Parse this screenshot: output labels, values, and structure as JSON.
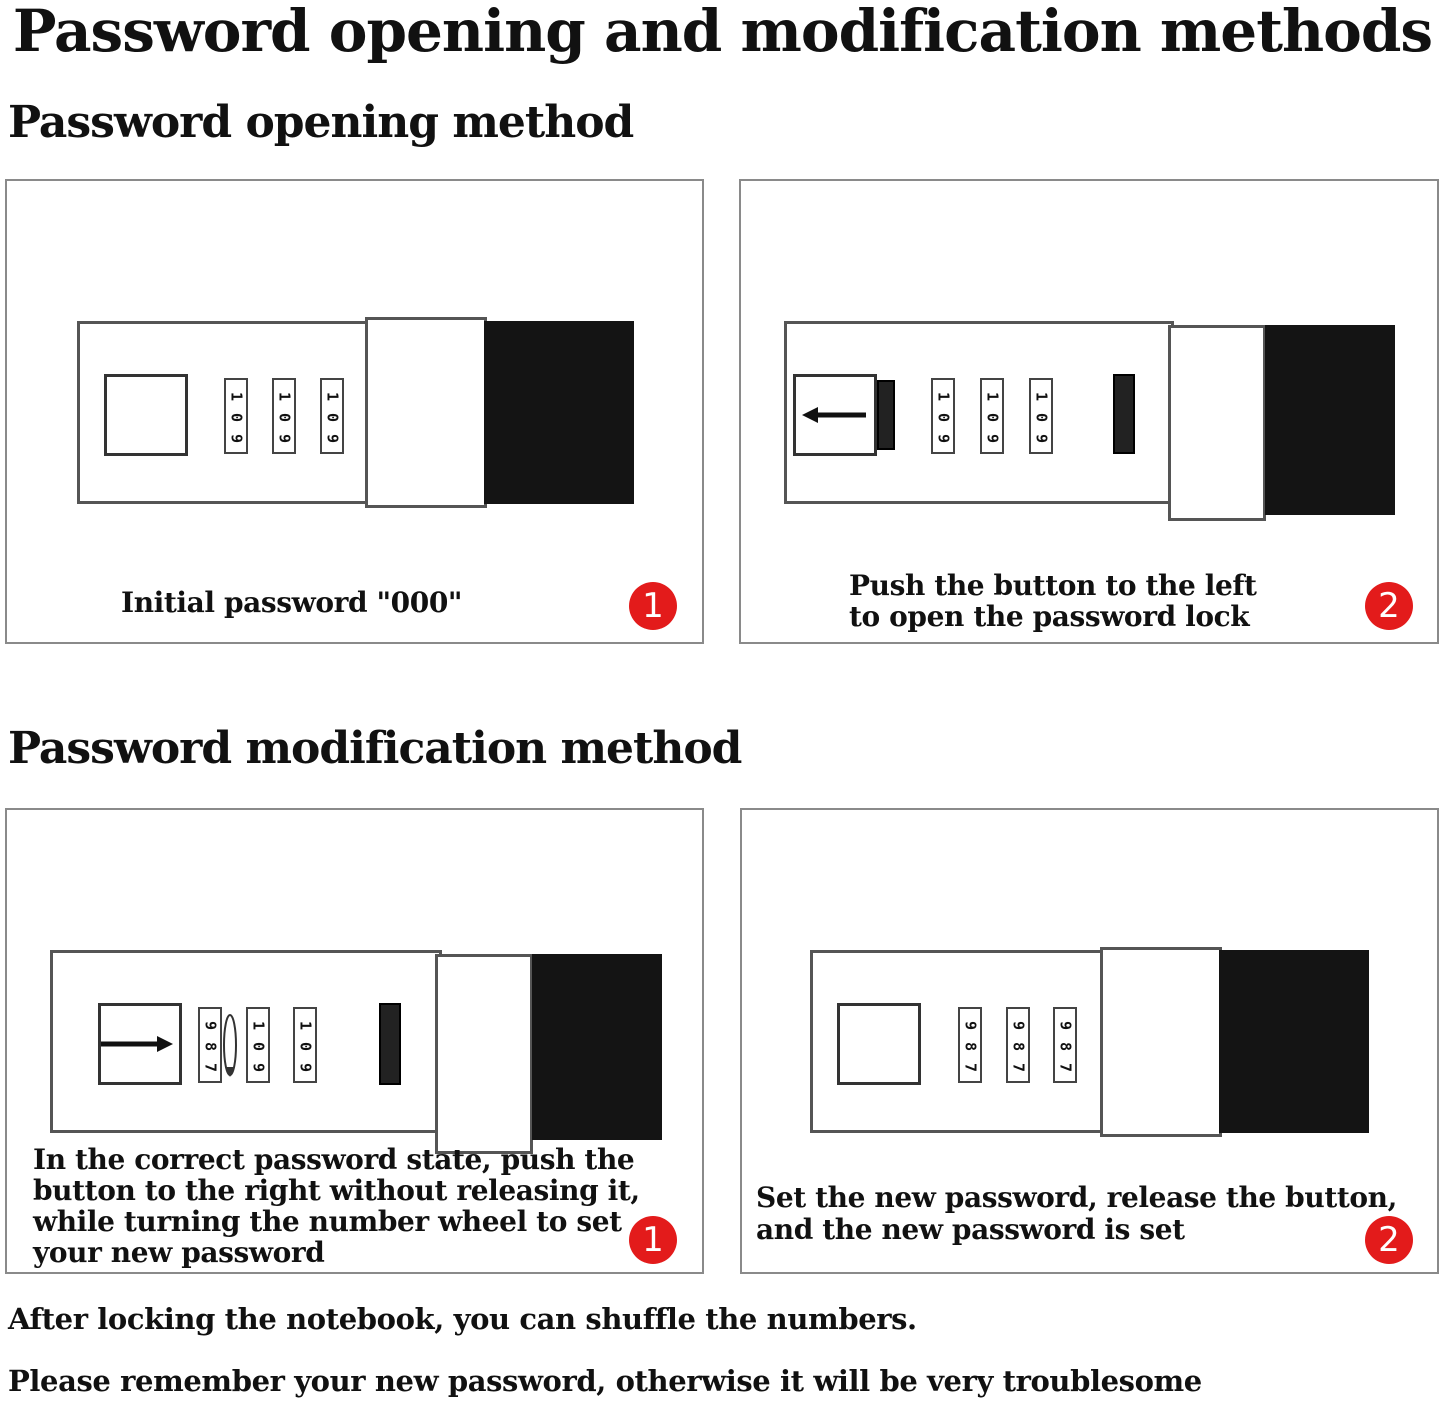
{
  "title": "Password opening and modification methods",
  "sections": {
    "opening": {
      "heading": "Password opening method",
      "step1": {
        "caption": "Initial password \"000\"",
        "badge": "1"
      },
      "step2": {
        "caption_line1": "Push the button to the left",
        "caption_line2": "to  open the password lock",
        "badge": "2"
      }
    },
    "modification": {
      "heading": "Password modification method",
      "step1": {
        "caption_line1": "In the correct password state, push the",
        "caption_line2": "button to the right without releasing it,",
        "caption_line3": "while turning the number wheel to set",
        "caption_line4": "your new password",
        "badge": "1"
      },
      "step2": {
        "caption_line1": "Set the new password, release the button,",
        "caption_line2": "and the new password is set",
        "badge": "2"
      }
    }
  },
  "notes": {
    "line1": "After locking the notebook, you can shuffle the numbers.",
    "line2": "Please remember your new password, otherwise it will be very troublesome"
  },
  "wheel_digits": {
    "initial": [
      "1",
      "0",
      "9"
    ],
    "new": [
      "9",
      "8",
      "7"
    ]
  },
  "colors": {
    "badge": "#e31b1b",
    "border": "#8a8a8a",
    "dark_bar": "#141414"
  }
}
